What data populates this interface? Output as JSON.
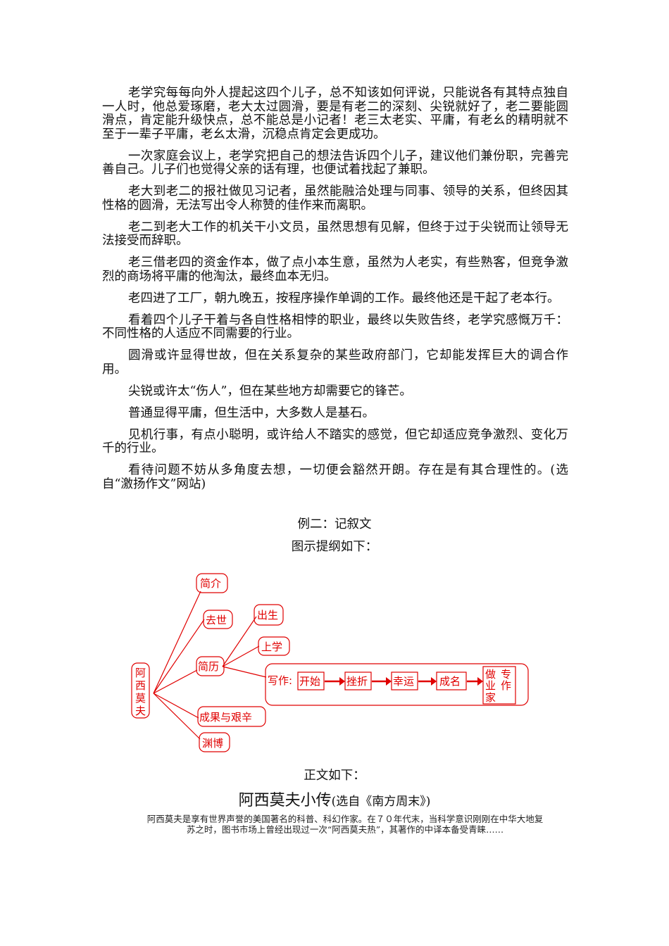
{
  "paragraphs": [
    "老学究每每向外人提起这四个儿子，总不知该如何评说，只能说各有其特点独自一人时，他总爱琢磨，老大太过圆滑，要是有老二的深刻、尖锐就好了，老二要能圆滑点，肯定能升级快点，总不能总是小记者！老三太老实、平庸，有老幺的精明就不至于一辈子平庸，老幺太滑，沉稳点肯定会更成功。",
    "一次家庭会议上，老学究把自己的想法告诉四个儿子，建议他们兼份职，完善完善自己。儿子们也觉得父亲的话有理，也便试着找起了兼职。",
    "老大到老二的报社做见习记者，虽然能融洽处理与同事、领导的关系，但终因其性格的圆滑，无法写出令人称赞的佳作来而离职。",
    "老二到老大工作的机关干小文员，虽然思想有见解，但终于过于尖锐而让领导无法接受而辞职。",
    "老三借老四的资金作本，做了点小本生意，虽然为人老实，有些熟客，但竞争激烈的商场将平庸的他淘汰，最终血本无归。",
    "老四进了工厂，朝九晚五，按程序操作单调的工作。最终他还是干起了老本行。",
    "看着四个儿子干着与各自性格相悖的职业，最终以失败告终，老学究感慨万千：不同性格的人适应不同需要的行业。",
    "圆滑或许显得世故，但在关系复杂的某些政府部门，它却能发挥巨大的调合作用。",
    "尖锐或许太“伤人”，但在某些地方却需要它的锋芒。",
    "普通显得平庸，但生活中，大多数人是基石。",
    "见机行事，有点小聪明，或许给人不踏实的感觉，但它却适应竞争激烈、变化万千的行业。",
    "看待问题不妨从多角度去想，一切便会豁然开朗。存在是有其合理性的。(选自“激扬作文”网站)"
  ],
  "example_heading": "例二：记叙文",
  "outline_heading": "图示提纲如下：",
  "diagram": {
    "color": "#e00000",
    "root": [
      "阿",
      "西",
      "莫",
      "夫"
    ],
    "branches": {
      "intro": "简介",
      "death": "去世",
      "resume": "简历",
      "achievements": "成果与艰辛",
      "erudition": "渊博"
    },
    "resume_children": {
      "birth": "出生",
      "school": "上学",
      "writing_label": "写作:"
    },
    "writing_steps": [
      "开始",
      "挫折",
      "幸运",
      "成名"
    ],
    "final_step": [
      "做",
      "专",
      "业",
      "作",
      "家"
    ]
  },
  "body_heading": "正文如下：",
  "article": {
    "title": "阿西莫夫小传",
    "source": "(选自《南方周末》)",
    "text_line1": "阿西莫夫是享有世界声誉的美国著名的科普、科幻作家。在７０年代末，当科学意识刚刚在中华大地复",
    "text_line2": "苏之时，图书市场上曾经出现过一次“阿西莫夫热”，其著作的中译本备受青睐……"
  }
}
